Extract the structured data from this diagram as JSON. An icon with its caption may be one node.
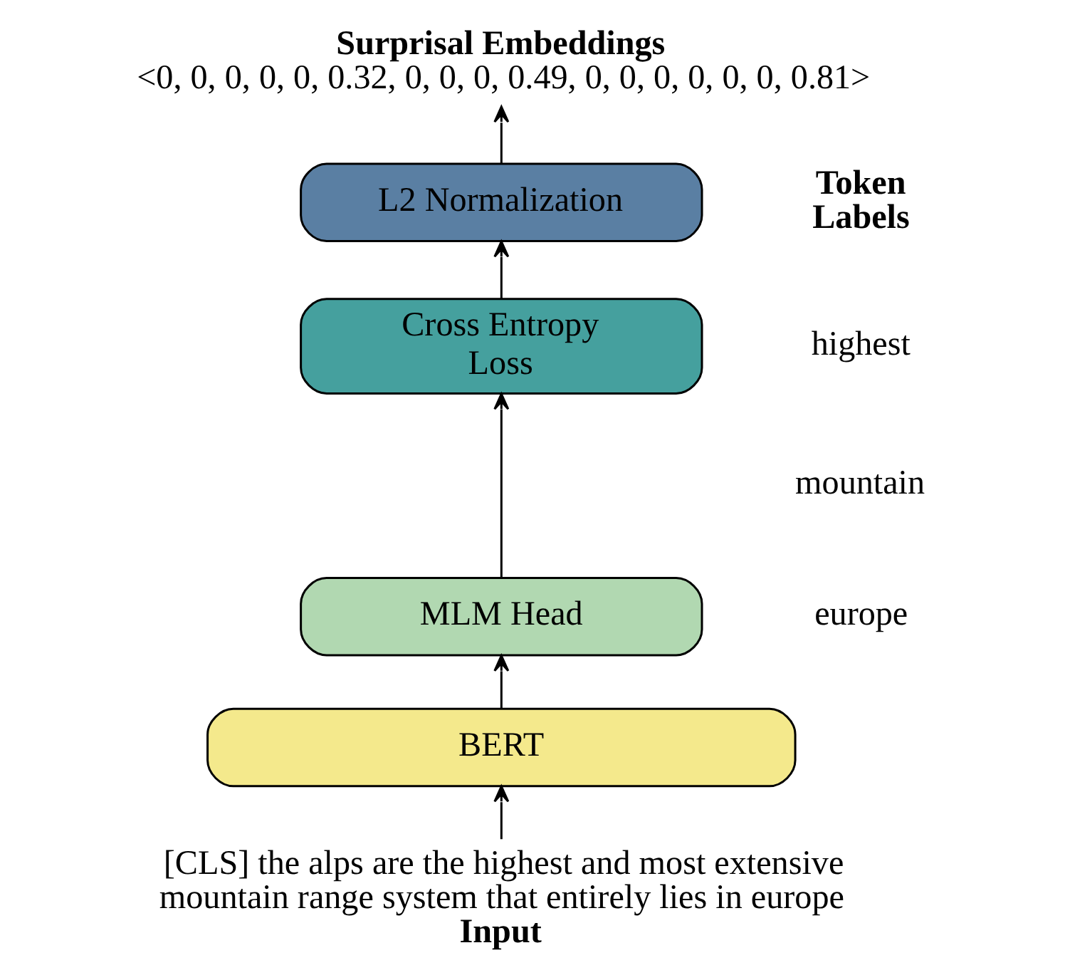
{
  "diagram": {
    "nodes": [
      {
        "text": [
          "Surprisal Embeddings",
          "<0, 0, 0, 0, 0, 0.32, 0, 0, 0, 0.49, 0, 0, 0, 0, 0, 0, 0.81>"
        ]
      },
      {
        "text": [
          "L2 Normalization"
        ]
      },
      {
        "text": [
          "Cross Entropy Loss"
        ]
      },
      {
        "text": [
          "MLM Head"
        ]
      },
      {
        "text": [
          "BERT"
        ]
      },
      {
        "text": [
          "[CLS] the alps are the highest and most extensive mountain range system that entirely lies in europe",
          "Input"
        ]
      }
    ],
    "edges": [
      {
        "from": 5,
        "to": 4,
        "arrow": "to"
      },
      {
        "from": 4,
        "to": 3,
        "arrow": "to"
      },
      {
        "from": 3,
        "to": 2,
        "arrow": "to"
      },
      {
        "from": 2,
        "to": 1,
        "arrow": "to"
      },
      {
        "from": 1,
        "to": 0,
        "arrow": "to"
      }
    ],
    "labels": [
      "Token Labels",
      "highest",
      "mountain",
      "europe"
    ]
  }
}
